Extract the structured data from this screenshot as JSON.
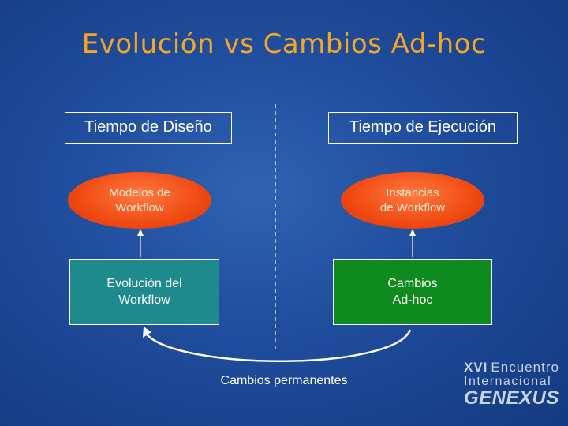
{
  "slide": {
    "title": "Evolución vs Cambios Ad-hoc",
    "left_header": "Tiempo de Diseño",
    "right_header": "Tiempo de Ejecución",
    "left_ellipse": "Modelos de\nWorkflow",
    "right_ellipse": "Instancias\nde Workflow",
    "left_box": "Evolución del\nWorkflow",
    "right_box": "Cambios\nAd-hoc",
    "bottom_label": "Cambios permanentes"
  },
  "logo": {
    "edition": "XVI",
    "line1": "Encuentro",
    "line2": "Internacional",
    "brand": "GENEXUS"
  },
  "colors": {
    "background": "#1f4c9c",
    "title": "#f5a623",
    "ellipse": "#f04a12",
    "left_box": "#1e8a8e",
    "right_box": "#0f8a1e"
  }
}
